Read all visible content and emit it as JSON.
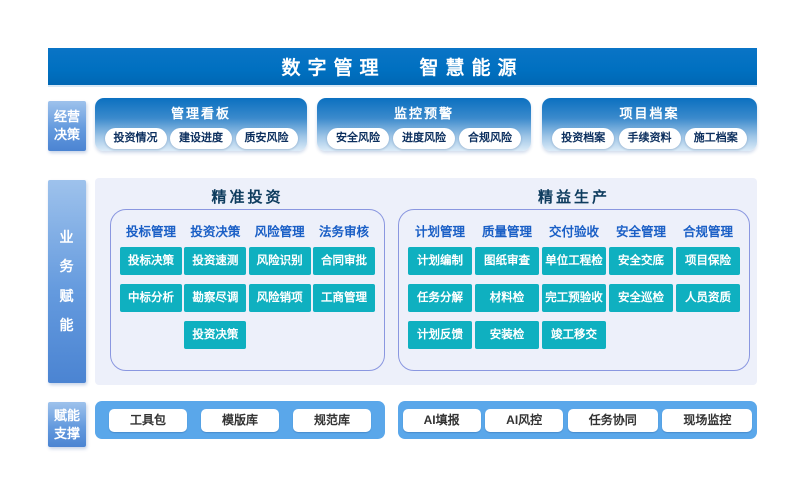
{
  "colors": {
    "header_blue": "#0070c0",
    "side_label_gradient_top": "#9ec2ec",
    "side_label_gradient_bottom": "#4b84d2",
    "top_panel_gradient_top": "#0b70c0",
    "top_panel_gradient_bottom": "#dcecf8",
    "big_panel_bg": "#edf0fa",
    "section_container_border": "#8a97e0",
    "section_title_navy": "#0e3c5e",
    "column_header_blue": "#1a5fc6",
    "teal_button": "#0fb0c0",
    "pill_text_navy": "#0c2f5e",
    "bottom_bar_blue": "#5aa7ea"
  },
  "header": {
    "title_left": "数字管理",
    "title_right": "智慧能源"
  },
  "row1": {
    "label": "经营\n决策",
    "panels": [
      {
        "title": "管理看板",
        "pills": [
          "投资情况",
          "建设进度",
          "质安风险"
        ]
      },
      {
        "title": "监控预警",
        "pills": [
          "安全风险",
          "进度风险",
          "合规风险"
        ]
      },
      {
        "title": "项目档案",
        "pills": [
          "投资档案",
          "手续资料",
          "施工档案"
        ]
      }
    ]
  },
  "row2": {
    "label": "业\n务\n赋\n能",
    "sections": [
      {
        "title": "精准投资",
        "columns": [
          {
            "header": "投标管理",
            "items": [
              "投标决策",
              "中标分析"
            ]
          },
          {
            "header": "投资决策",
            "items": [
              "投资速测",
              "勘察尽调",
              "投资决策"
            ]
          },
          {
            "header": "风险管理",
            "items": [
              "风险识别",
              "风险销项"
            ]
          },
          {
            "header": "法务审核",
            "items": [
              "合同审批",
              "工商管理"
            ]
          }
        ]
      },
      {
        "title": "精益生产",
        "columns": [
          {
            "header": "计划管理",
            "items": [
              "计划编制",
              "任务分解",
              "计划反馈"
            ]
          },
          {
            "header": "质量管理",
            "items": [
              "图纸审查",
              "材料检",
              "安装检"
            ]
          },
          {
            "header": "交付验收",
            "items": [
              "单位工程检",
              "完工预验收",
              "竣工移交"
            ]
          },
          {
            "header": "安全管理",
            "items": [
              "安全交底",
              "安全巡检"
            ]
          },
          {
            "header": "合规管理",
            "items": [
              "项目保险",
              "人员资质"
            ]
          }
        ]
      }
    ]
  },
  "row3": {
    "label": "赋能\n支撑",
    "groups": [
      {
        "buttons": [
          "工具包",
          "模版库",
          "规范库"
        ]
      },
      {
        "buttons": [
          "AI填报",
          "AI风控",
          "任务协同",
          "现场监控"
        ]
      }
    ]
  }
}
